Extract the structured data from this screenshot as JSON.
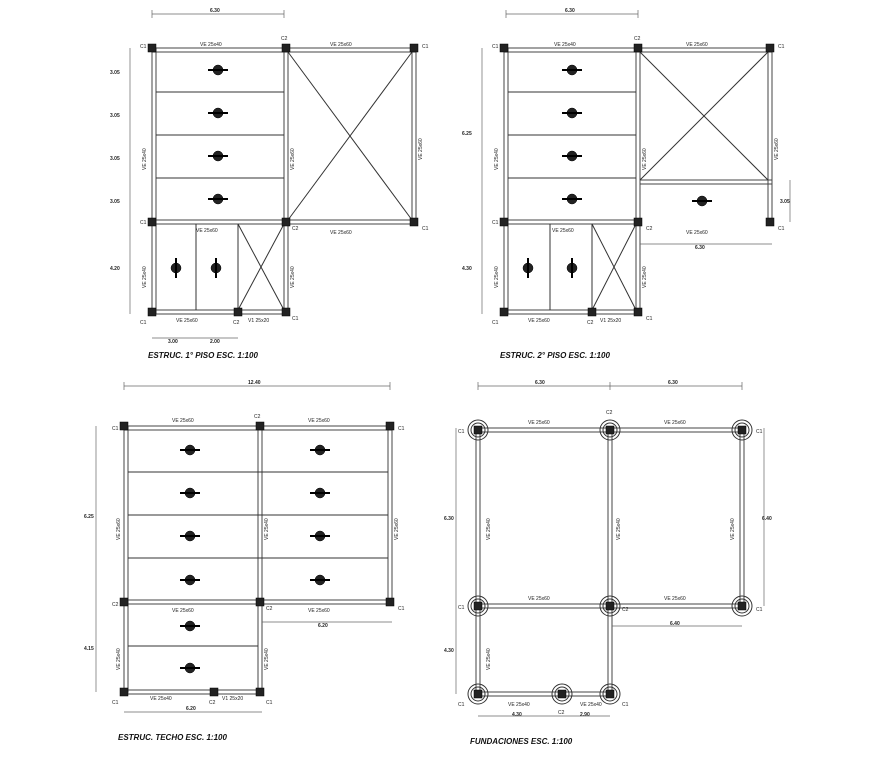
{
  "drawings": {
    "piso1": {
      "title": "ESTRUC. 1° PISO ESC. 1:100",
      "dims": {
        "top": "6.30",
        "left_1": "3.05",
        "left_2": "3.05",
        "left_3": "3.05",
        "left_4": "3.05",
        "left_5": "4.20",
        "bottom_1": "3.00",
        "bottom_2": "2.00"
      },
      "beams": {
        "top_left": "VE 25x40",
        "top_right": "VE 25x60",
        "mid_right": "VE 25x60",
        "mid_left": "VE 25x60",
        "bot_left": "VE 25x60",
        "bot_right": "V1 25x20",
        "left_vert": "VE 25x40",
        "center_vert": "VE 25x60",
        "right_vert": "VE 25x60",
        "low_left_vert": "VE 25x40",
        "low_right_vert": "VE 25x40"
      },
      "cols": {
        "c1": "C1",
        "c2": "C2",
        "c3": "C1",
        "c4": "C1",
        "c5": "C2",
        "c6": "C1",
        "c7": "C1",
        "c8": "C2",
        "c9": "C1"
      }
    },
    "piso2": {
      "title": "ESTRUC. 2° PISO ESC. 1:100",
      "dims": {
        "top": "6.30",
        "left_1": "6.25",
        "left_2": "4.30",
        "right_1": "3.05",
        "mid": "6.30"
      },
      "beams": {
        "top_left": "VE 25x40",
        "top_right": "VE 25x60",
        "mid_right": "VE 25x60",
        "mid_left": "VE 25x60",
        "bot_left": "VE 25x60",
        "bot_right": "V1 25x20",
        "left_vert": "VE 25x40",
        "center_vert": "VE 25x60",
        "right_vert": "VE 25x60",
        "low_left_vert": "VE 25x40",
        "low_right_vert": "VE 25x40"
      },
      "cols": {
        "c1": "C1",
        "c2": "C2",
        "c3": "C1",
        "c4": "C1",
        "c5": "C2",
        "c6": "C1",
        "c7": "C1",
        "c8": "C2",
        "c9": "C1"
      }
    },
    "techo": {
      "title": "ESTRUC. TECHO ESC. 1:100",
      "dims": {
        "top": "12.40",
        "left_1": "6.25",
        "left_2": "4.15",
        "mid": "6.20",
        "bottom": "6.20"
      },
      "beams": {
        "top_left": "VE 25x60",
        "top_right": "VE 25x60",
        "mid_left": "VE 25x60",
        "mid_right": "VE 25x60",
        "bot_left": "VE 25x40",
        "bot_right": "V1 25x20",
        "left_vert": "VE 25x60",
        "center_vert": "VE 25x40",
        "right_vert": "VE 25x60",
        "low_left_vert": "VE 25x40",
        "low_right_vert": "VE 25x40"
      },
      "cols": {
        "c1": "C1",
        "c2": "C2",
        "c3": "C1",
        "c4": "C2",
        "c5": "C2",
        "c6": "C1",
        "c7": "C1",
        "c8": "C2",
        "c9": "C1"
      }
    },
    "fund": {
      "title": "FUNDACIONES ESC. 1:100",
      "dims": {
        "top_1": "6.30",
        "top_2": "6.30",
        "left_1": "6.30",
        "left_2": "4.30",
        "right": "6.40",
        "mid": "6.40",
        "bottom_1": "4.30",
        "bottom_2": "2.90"
      },
      "beams": {
        "top_left": "VE 25x60",
        "top_right": "VE 25x60",
        "mid_left": "VE 25x60",
        "mid_right": "VE 25x60",
        "bot_left": "VE 25x40",
        "bot_right": "VE 25x40",
        "left_vert": "VE 25x40",
        "center_vert": "VE 25x40",
        "right_vert": "VE 25x40",
        "low_left_vert": "VE 25x40"
      },
      "cols": {
        "c1": "C1",
        "c2": "C2",
        "c3": "C1",
        "c4": "C1",
        "c5": "C2",
        "c6": "C1",
        "c7": "C1",
        "c8": "C2",
        "c9": "C1"
      }
    }
  }
}
